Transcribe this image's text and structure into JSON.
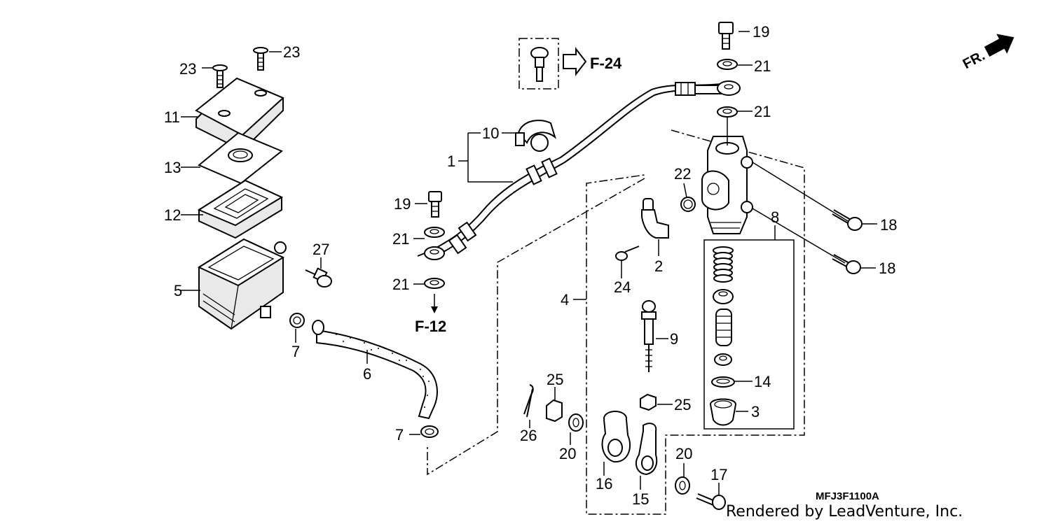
{
  "diagram": {
    "part_numbers": {
      "p1": "1",
      "p2": "2",
      "p3": "3",
      "p4": "4",
      "p5": "5",
      "p6": "6",
      "p7a": "7",
      "p7b": "7",
      "p8": "8",
      "p9": "9",
      "p10": "10",
      "p11": "11",
      "p12": "12",
      "p13": "13",
      "p14": "14",
      "p15": "15",
      "p16": "16",
      "p17": "17",
      "p18a": "18",
      "p18b": "18",
      "p19a": "19",
      "p19b": "19",
      "p20a": "20",
      "p20b": "20",
      "p21a": "21",
      "p21b": "21",
      "p21c": "21",
      "p21d": "21",
      "p22": "22",
      "p23a": "23",
      "p23b": "23",
      "p24": "24",
      "p25a": "25",
      "p25b": "25",
      "p26": "26",
      "p27": "27"
    },
    "references": {
      "f24": "F-24",
      "f12": "F-12"
    },
    "direction": "FR.",
    "diagram_code": "MFJ3F1100A",
    "credit": "Rendered by LeadVenture, Inc.",
    "colors": {
      "ink": "#000000",
      "paper": "#ffffff"
    }
  }
}
